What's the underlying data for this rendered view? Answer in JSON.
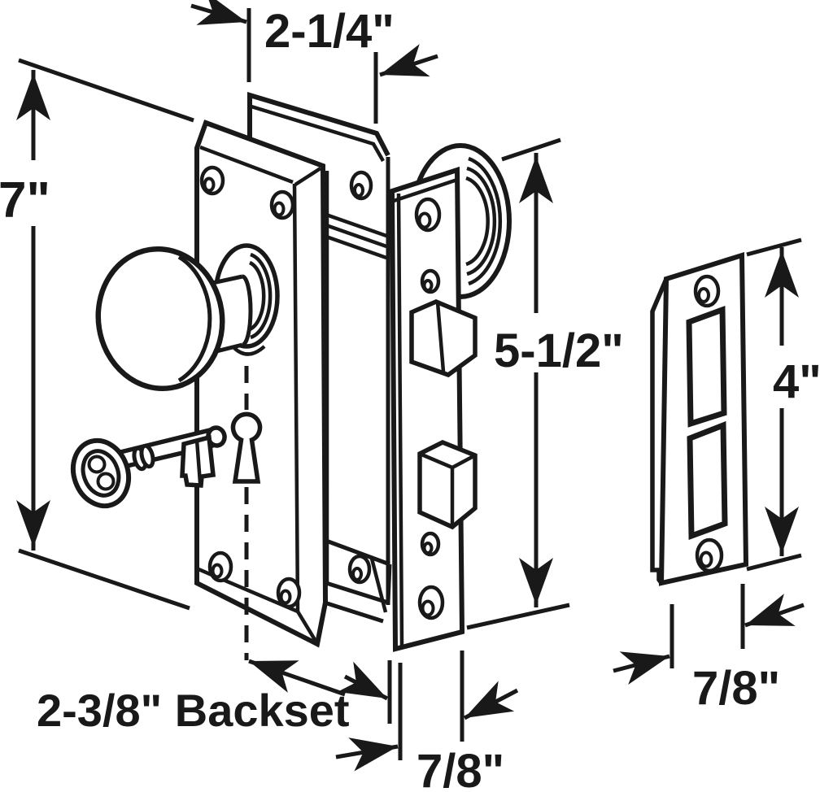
{
  "colors": {
    "ink": "#191919",
    "background": "#ffffff"
  },
  "labels": {
    "top_width": "2-1/4\"",
    "left_height": "7\"",
    "faceplate_height": "5-1/2\"",
    "strike_height": "4\"",
    "faceplate_width": "7/8\"",
    "strike_width": "7/8\"",
    "backset": "2-3/8\" Backset"
  },
  "parts": [
    {
      "name": "trim-plate",
      "description": "vintage door trim plate with knob and keyhole"
    },
    {
      "name": "door-knob",
      "description": "round door knob with rose"
    },
    {
      "name": "skeleton-key",
      "description": "skeleton key with oval bow and bit"
    },
    {
      "name": "keyhole",
      "description": "keyhole cutout in trim plate"
    },
    {
      "name": "mortise-lock-case",
      "description": "mortise lock body behind plates"
    },
    {
      "name": "faceplate",
      "description": "lock edge faceplate with latch and deadbolt"
    },
    {
      "name": "latch-bolt",
      "description": "beveled spring latch bolt"
    },
    {
      "name": "deadbolt",
      "description": "square deadbolt"
    },
    {
      "name": "strike-plate",
      "description": "strike plate with two bolt openings"
    }
  ]
}
